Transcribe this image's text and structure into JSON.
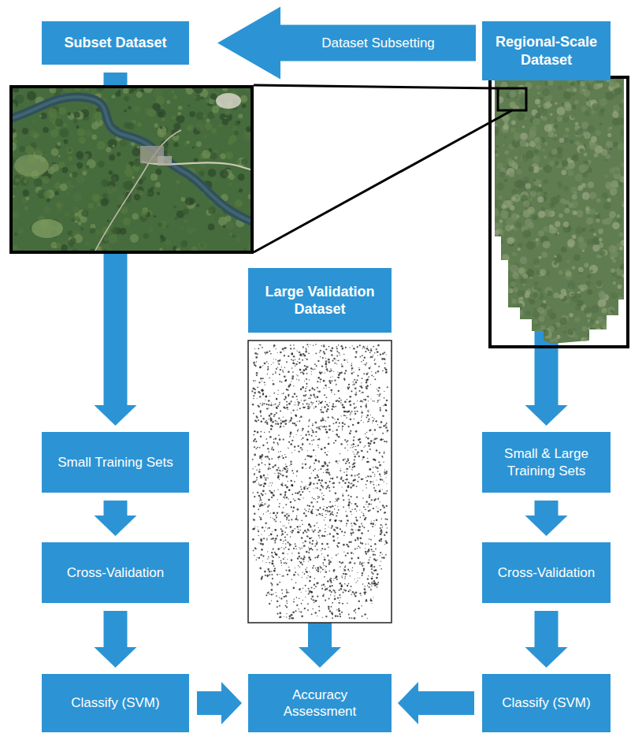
{
  "diagram": {
    "nodes": [
      {
        "text": [
          "Subset Dataset"
        ]
      },
      {
        "text": [
          "Regional-Scale Dataset"
        ]
      },
      {
        "text": [
          "Large Validation Dataset"
        ]
      },
      {
        "text": [
          "Small Training Sets"
        ]
      },
      {
        "text": [
          "Small & Large Training Sets"
        ]
      },
      {
        "text": [
          "Cross-Validation"
        ]
      },
      {
        "text": [
          "Cross-Validation"
        ]
      },
      {
        "text": [
          "Classify (SVM)"
        ]
      },
      {
        "text": [
          "Accuracy Assessment"
        ]
      },
      {
        "text": [
          "Classify (SVM)"
        ]
      }
    ],
    "edges": [
      {
        "from": 1,
        "to": 0,
        "label": "Dataset Subsetting",
        "arrow": "to"
      },
      {
        "from": 0,
        "to": 3,
        "arrow": "to"
      },
      {
        "from": 1,
        "to": 4,
        "arrow": "to"
      },
      {
        "from": 3,
        "to": 5,
        "arrow": "to"
      },
      {
        "from": 4,
        "to": 6,
        "arrow": "to"
      },
      {
        "from": 5,
        "to": 7,
        "arrow": "to"
      },
      {
        "from": 6,
        "to": 9,
        "arrow": "to"
      },
      {
        "from": 7,
        "to": 8,
        "arrow": "to"
      },
      {
        "from": 9,
        "to": 8,
        "arrow": "to"
      },
      {
        "from": 2,
        "to": 8,
        "arrow": "to"
      }
    ]
  }
}
